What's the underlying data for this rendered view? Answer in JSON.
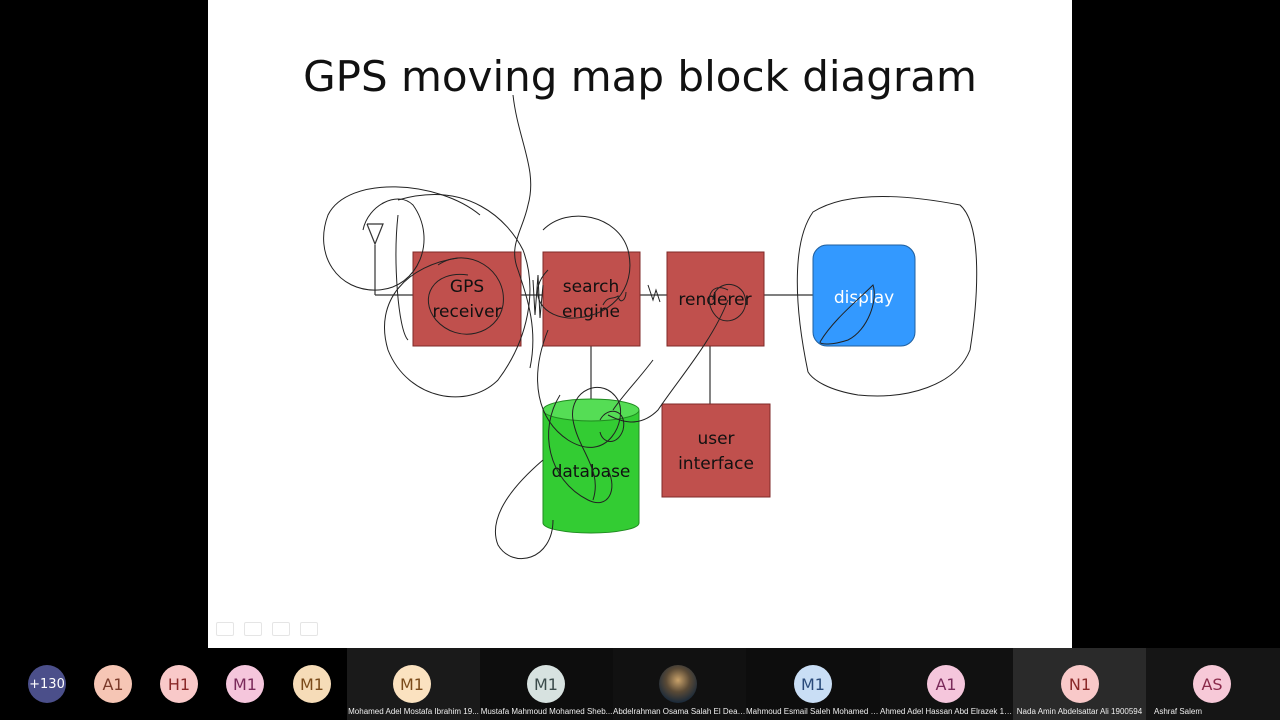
{
  "slide": {
    "title": "GPS moving map block diagram",
    "blocks": {
      "gps_receiver": [
        "GPS",
        "receiver"
      ],
      "search_engine": [
        "search",
        "engine"
      ],
      "renderer": "renderer",
      "display": "display",
      "database": "database",
      "user_interface": [
        "user",
        "interface"
      ]
    }
  },
  "colors": {
    "block_red": "#c0504d",
    "display_blue": "#3399ff",
    "database_green": "#33cc33",
    "participant_bar": "#000000"
  },
  "participants": {
    "overflow_count": "+130",
    "tiles": [
      {
        "initials": "A1",
        "name": ""
      },
      {
        "initials": "H1",
        "name": ""
      },
      {
        "initials": "M1",
        "name": ""
      },
      {
        "initials": "M1",
        "name": ""
      },
      {
        "initials": "M1",
        "name": "Mohamed Adel Mostafa Ibrahim 19..."
      },
      {
        "initials": "M1",
        "name": "Mustafa Mahmoud Mohamed Sheb..."
      },
      {
        "initials": "",
        "name": "Abdelrahman Osama Salah El Dean..."
      },
      {
        "initials": "M1",
        "name": "Mahmoud Esmail Saleh Mohamed 1..."
      },
      {
        "initials": "A1",
        "name": "Ahmed Adel Hassan Abd Elrazek 19..."
      },
      {
        "initials": "N1",
        "name": "Nada Amin Abdelsattar Ali 1900594"
      },
      {
        "initials": "AS",
        "name": "Ashraf Salem"
      }
    ]
  }
}
